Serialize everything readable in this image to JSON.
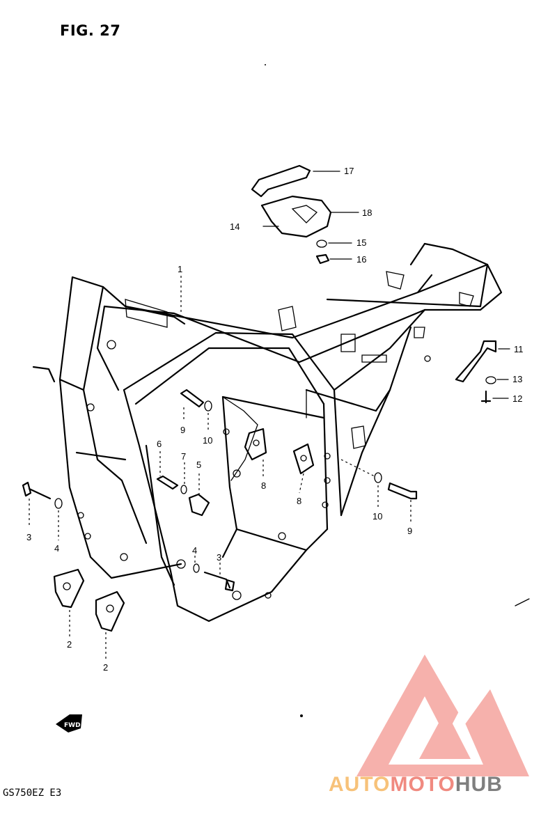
{
  "figure": {
    "title": "FIG. 27",
    "model_code": "GS750EZ E3"
  },
  "callouts": [
    {
      "id": "17",
      "label": "17"
    },
    {
      "id": "18",
      "label": "18"
    },
    {
      "id": "14",
      "label": "14"
    },
    {
      "id": "15",
      "label": "15"
    },
    {
      "id": "16",
      "label": "16"
    },
    {
      "id": "1",
      "label": "1"
    },
    {
      "id": "11",
      "label": "11"
    },
    {
      "id": "13",
      "label": "13"
    },
    {
      "id": "12",
      "label": "12"
    },
    {
      "id": "9a",
      "label": "9"
    },
    {
      "id": "10a",
      "label": "10"
    },
    {
      "id": "6",
      "label": "6"
    },
    {
      "id": "7",
      "label": "7"
    },
    {
      "id": "5",
      "label": "5"
    },
    {
      "id": "8a",
      "label": "8"
    },
    {
      "id": "8b",
      "label": "8"
    },
    {
      "id": "10b",
      "label": "10"
    },
    {
      "id": "9b",
      "label": "9"
    },
    {
      "id": "3a",
      "label": "3"
    },
    {
      "id": "4a",
      "label": "4"
    },
    {
      "id": "4b",
      "label": "4"
    },
    {
      "id": "3b",
      "label": "3"
    },
    {
      "id": "2a",
      "label": "2"
    },
    {
      "id": "2b",
      "label": "2"
    }
  ],
  "fwd_marker": "FWD",
  "watermark": {
    "part1": "AUTO",
    "part2": "MOTO",
    "part3": "HUB",
    "color_auto": "#f7c27a",
    "color_moto": "#f08a80",
    "color_hub": "#7f7f7f",
    "logo_color": "#f08a80"
  }
}
